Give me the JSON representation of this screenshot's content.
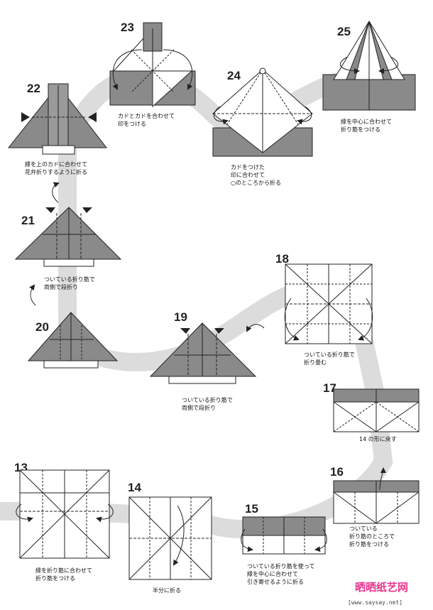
{
  "steps": [
    {
      "num": "23",
      "caption": [
        "カドとカドを合わせて",
        "印をつける"
      ]
    },
    {
      "num": "24",
      "caption": [
        "カドをつけた",
        "印に合わせて",
        "○のところから折る"
      ]
    },
    {
      "num": "25",
      "caption": [
        "縁を中心に合わせて",
        "折り筋をつける"
      ]
    },
    {
      "num": "22",
      "caption": [
        "縁を上のカドに合わせて",
        "花弁折りするように折る"
      ]
    },
    {
      "num": "21",
      "caption": [
        "ついている折り筋で",
        "両側で段折り"
      ]
    },
    {
      "num": "18",
      "caption": [
        "ついている折り筋で",
        "折り畳む"
      ]
    },
    {
      "num": "20",
      "caption": []
    },
    {
      "num": "19",
      "caption": [
        "ついている折り筋で",
        "両側で段折り"
      ]
    },
    {
      "num": "17",
      "caption": [
        "14 の形に戻す"
      ]
    },
    {
      "num": "16",
      "caption": [
        "ついている",
        "折り筋のところで",
        "折り筋をつける"
      ]
    },
    {
      "num": "13",
      "caption": [
        "縁を折り筋に合わせて",
        "折り筋をつける"
      ]
    },
    {
      "num": "14",
      "caption": [
        "半分に折る"
      ]
    },
    {
      "num": "15",
      "caption": [
        "ついている折り筋を使って",
        "縁を中心に合わせて",
        "引き寄せるように折る"
      ]
    }
  ],
  "watermark": {
    "text": "晒晒纸艺网",
    "url": "[www.saysay.net]"
  },
  "colors": {
    "paper_gray": "#8a8a8a",
    "path_band": "#dcdcdc",
    "accent": "#e8368f",
    "ink": "#222222"
  }
}
